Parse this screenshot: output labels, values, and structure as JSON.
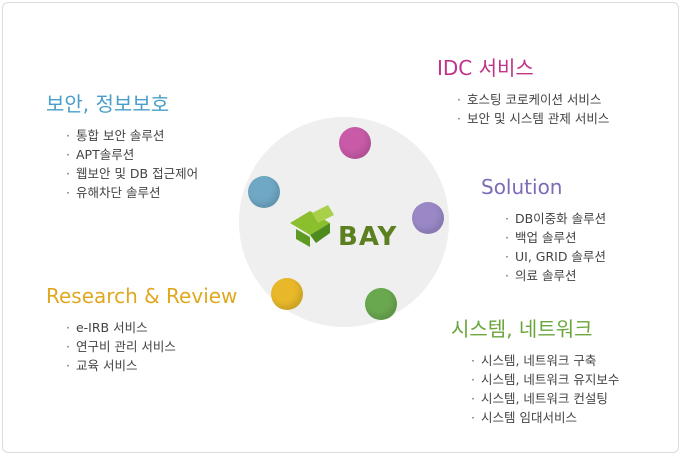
{
  "brand": {
    "name": "BAY"
  },
  "colors": {
    "security": "#4a9ec8",
    "idc": "#c0338a",
    "solution": "#7e6bb5",
    "research": "#e0a820",
    "system": "#6aa63c",
    "dot_blue": "#6fa8c4",
    "dot_pink": "#c85aa8",
    "dot_purple": "#9a88c6",
    "dot_green": "#6aa84f",
    "dot_yellow": "#e8b82a"
  },
  "groups": {
    "security": {
      "title": "보안, 정보보호",
      "items": [
        "통합 보안 솔루션",
        "APT솔루션",
        "웹보안 및 DB 접근제어",
        "유해차단 솔루션"
      ]
    },
    "idc": {
      "title": "IDC 서비스",
      "items": [
        "호스팅 코로케이션 서비스",
        "보안 및 시스템 관제 서비스"
      ]
    },
    "solution": {
      "title": "Solution",
      "items": [
        "DB이중화 솔루션",
        "백업 솔루션",
        "UI, GRID 솔루션",
        "의료 솔루션"
      ]
    },
    "research": {
      "title": "Research & Review",
      "items": [
        "e-IRB 서비스",
        "연구비 관리 서비스",
        "교육 서비스"
      ]
    },
    "system": {
      "title": "시스템, 네트워크",
      "items": [
        "시스템, 네트워크 구축",
        "시스템, 네트워크 유지보수",
        "시스템, 네트워크 컨설팅",
        "시스템 임대서비스"
      ]
    }
  }
}
